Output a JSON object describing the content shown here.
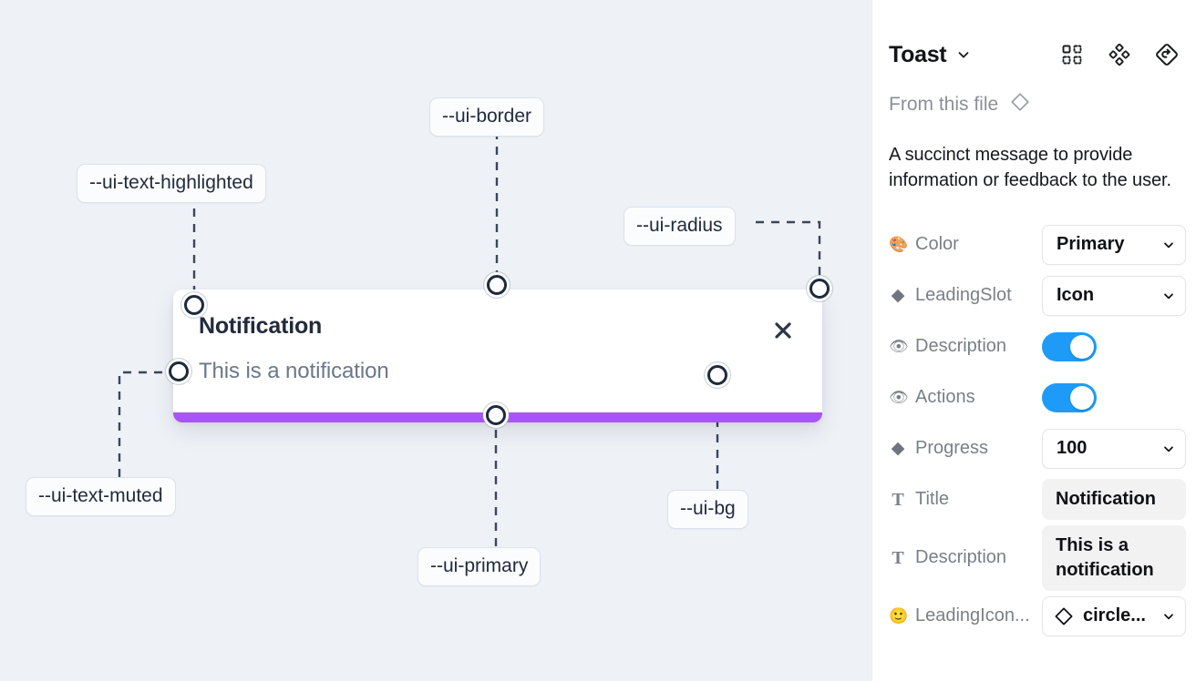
{
  "canvas": {
    "tokens": [
      {
        "id": "ui-border",
        "label": "--ui-border"
      },
      {
        "id": "ui-text-highlighted",
        "label": "--ui-text-highlighted"
      },
      {
        "id": "ui-radius",
        "label": "--ui-radius"
      },
      {
        "id": "ui-text-muted",
        "label": "--ui-text-muted"
      },
      {
        "id": "ui-bg",
        "label": "--ui-bg"
      },
      {
        "id": "ui-primary",
        "label": "--ui-primary"
      }
    ],
    "toast": {
      "title": "Notification",
      "description": "This is a notification",
      "close_icon": "close-x-icon",
      "progress_color": "#a855f7"
    },
    "background_color": "#eef1f6"
  },
  "panel": {
    "title": "Toast",
    "title_caret_icon": "chevron-down-icon",
    "header_icons": [
      {
        "name": "component-grid-icon"
      },
      {
        "name": "variants-diamond-icon"
      },
      {
        "name": "reset-instance-icon"
      }
    ],
    "from_this_file": {
      "label": "From this file",
      "icon": "diamond-component-icon"
    },
    "description": "A succinct message to provide information or feedback to the user.",
    "properties": [
      {
        "name": "color",
        "emoji": "🎨",
        "icon": "palette-icon",
        "label": "Color",
        "type": "select",
        "value": "Primary"
      },
      {
        "name": "leading-slot",
        "emoji": "◆",
        "icon": "diamond-icon",
        "label": "LeadingSlot",
        "type": "select",
        "value": "Icon"
      },
      {
        "name": "description",
        "emoji": "👁",
        "icon": "eye-icon",
        "label": "Description",
        "type": "toggle",
        "value": "on"
      },
      {
        "name": "actions",
        "emoji": "👁",
        "icon": "eye-icon",
        "label": "Actions",
        "type": "toggle",
        "value": "on"
      },
      {
        "name": "progress",
        "emoji": "◆",
        "icon": "diamond-icon",
        "label": "Progress",
        "type": "select",
        "value": "100"
      },
      {
        "name": "title",
        "emoji": "T",
        "icon": "text-icon",
        "label": "Title",
        "type": "text",
        "value": "Notification"
      },
      {
        "name": "description-text",
        "emoji": "T",
        "icon": "text-icon",
        "label": "Description",
        "type": "text",
        "value": "This is a notification"
      },
      {
        "name": "leading-icon",
        "emoji": "🙂",
        "icon": "smiley-icon",
        "label": "LeadingIcon...",
        "type": "select-icon",
        "value": "circle..."
      }
    ],
    "toggle_color": "#1e9bf8"
  }
}
